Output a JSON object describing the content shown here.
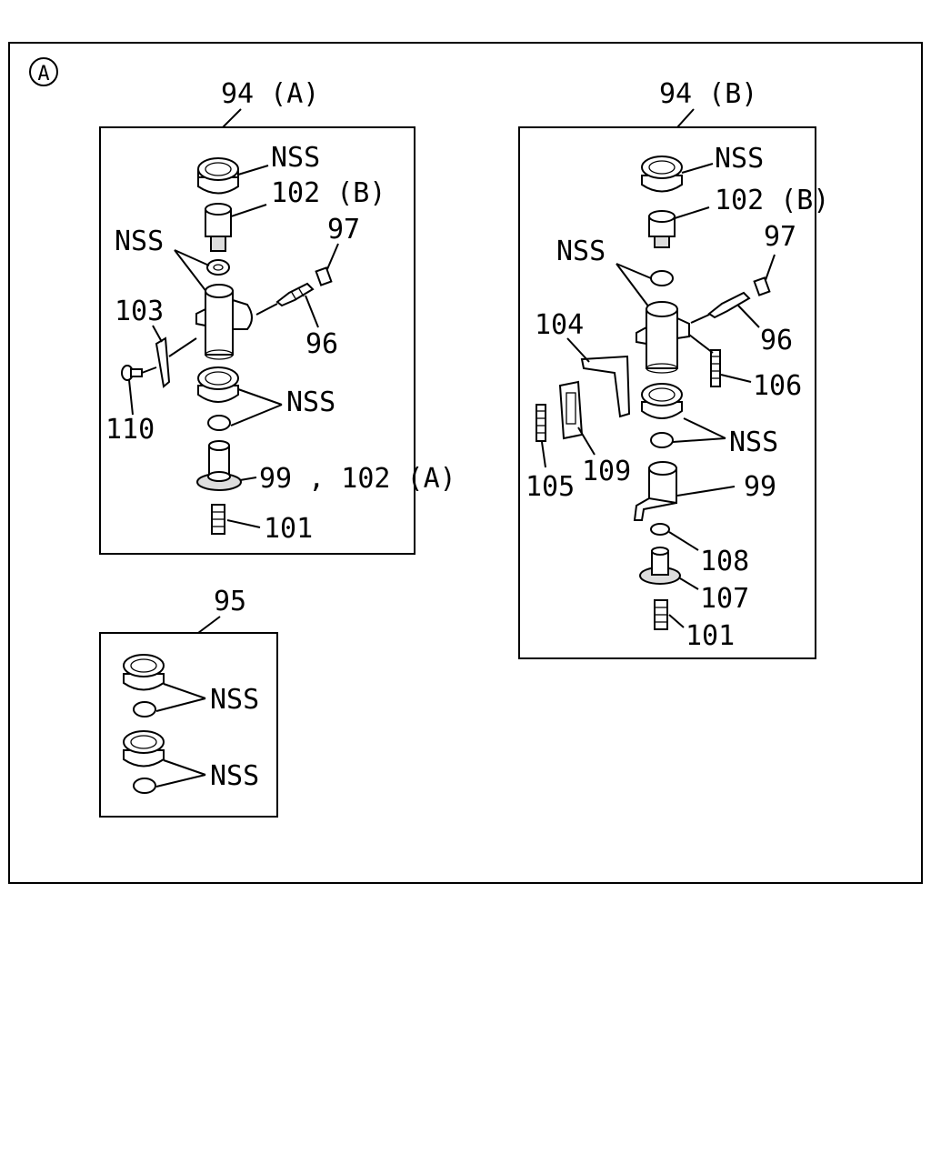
{
  "section_marker": "A",
  "groups": {
    "a": {
      "title": "94 (A)"
    },
    "b": {
      "title": "94 (B)"
    },
    "c": {
      "title": "95"
    }
  },
  "callouts": {
    "a_nss_top": "NSS",
    "a_102b": "102 (B)",
    "a_nss_left": "NSS",
    "a_97": "97",
    "a_103": "103",
    "a_96": "96",
    "a_nss_mid": "NSS",
    "a_110": "110",
    "a_99_102a": "99 , 102 (A)",
    "a_101": "101",
    "b_nss_top": "NSS",
    "b_102b": "102 (B)",
    "b_97": "97",
    "b_nss_left": "NSS",
    "b_104": "104",
    "b_96": "96",
    "b_106": "106",
    "b_nss_mid": "NSS",
    "b_105": "105",
    "b_109": "109",
    "b_99": "99",
    "b_108": "108",
    "b_107": "107",
    "b_101": "101",
    "c_nss_1": "NSS",
    "c_nss_2": "NSS"
  }
}
